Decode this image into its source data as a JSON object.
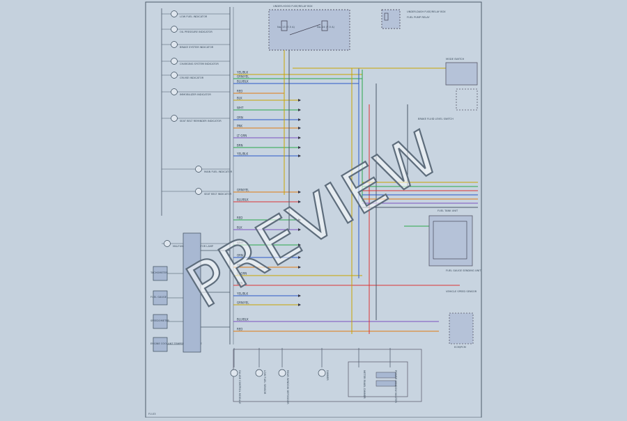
{
  "diagram": {
    "indicators_left": [
      "LOW FUEL INDICATOR",
      "OIL PRESSURE INDICATOR",
      "BRAKE SYSTEM INDICATOR",
      "CHARGING SYSTEM INDICATOR",
      "CRUISE INDICATOR",
      "IMMOBILIZER INDICATOR",
      "SEAT BELT REMINDER INDICATOR",
      "MAIN FUEL INDICATOR",
      "SEAT BELT INDICATOR",
      "MALFUNCTION INDICATOR LAMP"
    ],
    "gauges_left": [
      "TACHOMETER",
      "FUEL GAUGE",
      "SPEEDOMETER",
      "ENGINE COOLANT TEMPERATURE GAUGE"
    ],
    "top_labels": {
      "left_box": "UNDER-HOOD FUSE/RELAY BOX",
      "fuse_a": "No. 13 (7.5 A)",
      "fuse_b": "No. 24 (7.5 A)",
      "right_box": "UNDER-DASH FUSE/RELAY BOX",
      "relay_note": "FUEL PUMP RELAY"
    },
    "right_components": [
      "MODE SWITCH",
      "BRAKE FLUID LEVEL SWITCH",
      "FUEL TANK UNIT",
      "FUEL GAUGE SENDING UNIT",
      "VEHICLE SPEED SENSOR",
      "ECM/PCM"
    ],
    "bottom_components": [
      "GAUGE CONTROL MODULE",
      "LOW FUEL SENSOR",
      "REAR WINDOW DEFOGGER",
      "DIMMER",
      "METER PANEL DIMMER",
      "POWER WINDOW MASTER"
    ],
    "wire_colors": [
      "YEL/BLK",
      "GRN/YEL",
      "BLU/BLK",
      "RED",
      "BLK",
      "WHT",
      "ORN",
      "PNK",
      "LT GRN",
      "BRN"
    ],
    "page_number": "FU-03",
    "watermark": "PREVIEW"
  }
}
